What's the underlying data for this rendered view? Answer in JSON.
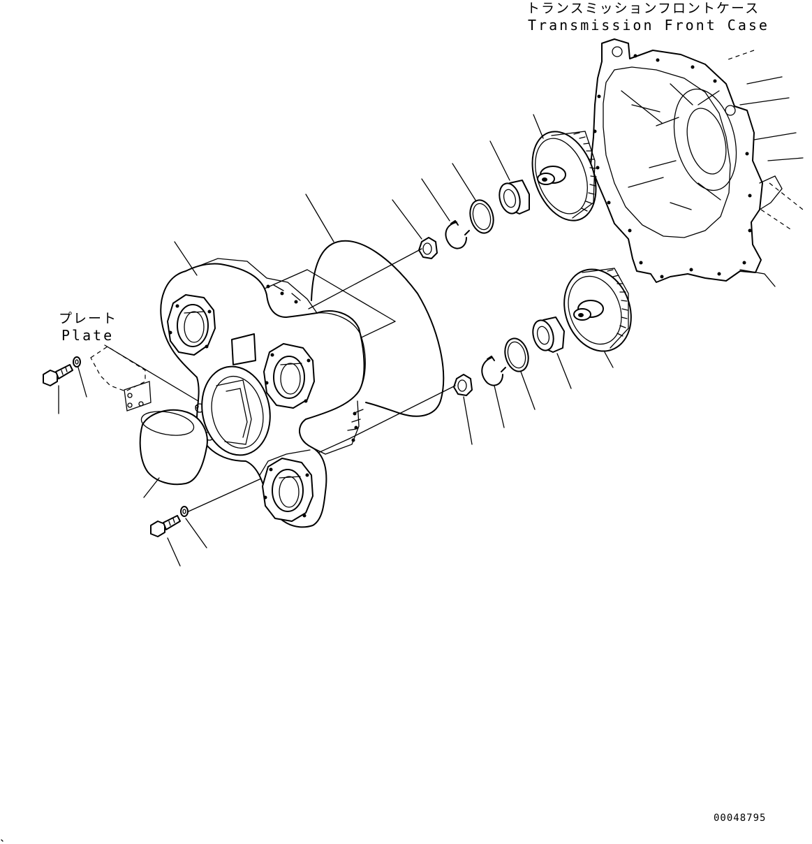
{
  "labels": {
    "front_case_jp": "トランスミッションフロントケース",
    "front_case_en": "Transmission Front Case",
    "plate_jp": "プレート",
    "plate_en": "Plate"
  },
  "document_number": "00048795"
}
